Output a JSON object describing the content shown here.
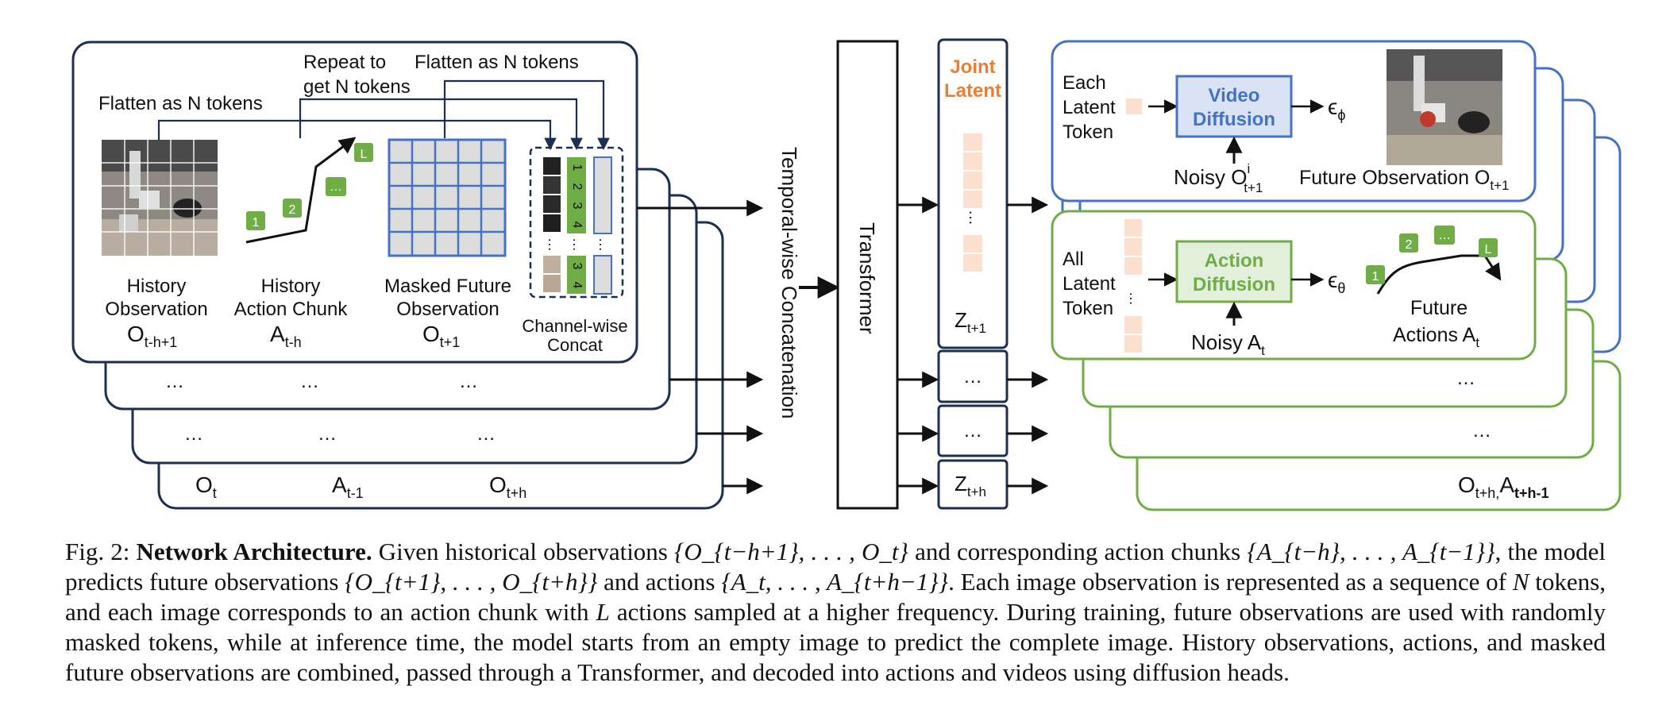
{
  "colors": {
    "navy": "#1b2f52",
    "blue": "#4472c4",
    "green": "#70ad47",
    "orange": "#ed7d31",
    "peach": "#fbe0d0",
    "lightgreen": "#e2efda",
    "lightblue": "#dae3f3"
  },
  "left_panel": {
    "flatten_label_1": "Flatten as N tokens",
    "repeat_label_line1": "Repeat to",
    "repeat_label_line2": "get N tokens",
    "flatten_label_2": "Flatten as N tokens",
    "history_obs_line1": "History",
    "history_obs_line2": "Observation",
    "history_obs_sym": "O",
    "history_obs_sub": "t-h+1",
    "history_act_line1": "History",
    "history_act_line2": "Action Chunk",
    "history_act_sym": "A",
    "history_act_sub": "t-h",
    "masked_line1": "Masked Future",
    "masked_line2": "Observation",
    "masked_sym": "O",
    "masked_sub": "t+1",
    "concat_line1": "Channel-wise",
    "concat_line2": "Concat",
    "chunk_badges": [
      "1",
      "2",
      "…",
      "L"
    ],
    "token_numbers_top": [
      "1",
      "2",
      "3",
      "4"
    ],
    "token_numbers_bottom": [
      "3",
      "4"
    ],
    "ellipsis": "…",
    "stack_row_2": [
      "…",
      "…",
      "…"
    ],
    "stack_row_3": [
      "…",
      "…",
      "…"
    ],
    "last_row": {
      "o": "O",
      "o_sub": "t",
      "a": "A",
      "a_sub": "t-1",
      "f": "O",
      "f_sub": "t+h"
    }
  },
  "temporal_label": "Temporal-wise Concatenation",
  "transformer_label": "Transformer",
  "joint_latent": {
    "line1": "Joint",
    "line2": "Latent",
    "z1_sym": "Z",
    "z1_sub": "t+1",
    "z_last_sym": "Z",
    "z_last_sub": "t+h",
    "dots": "…"
  },
  "video_panel": {
    "each_line1": "Each",
    "each_line2": "Latent",
    "each_line3": "Token",
    "box_line1": "Video",
    "box_line2": "Diffusion",
    "eps": "ϵ",
    "eps_sub": "ϕ",
    "noisy": "Noisy O",
    "noisy_sup": "i",
    "noisy_sub": "t+1",
    "future_obs": "Future Observation O",
    "future_obs_sub": "t+1"
  },
  "action_panel": {
    "all_line1": "All",
    "all_line2": "Latent",
    "all_line3": "Token",
    "box_line1": "Action",
    "box_line2": "Diffusion",
    "eps": "ϵ",
    "eps_sub": "θ",
    "noisy": "Noisy A",
    "noisy_sub": "t",
    "future_line1": "Future",
    "future_line2": "Actions A",
    "future_sub": "t",
    "badges": [
      "1",
      "2",
      "…",
      "L"
    ]
  },
  "right_stack": {
    "row_2": "…",
    "row_3": "…",
    "last_o": "O",
    "last_o_sub": "t+h,",
    "last_a": "A",
    "last_a_sub": "t+h-1"
  },
  "caption": {
    "fig": "Fig. 2: ",
    "title": "Network Architecture.",
    "p1": " Given historical observations ",
    "m1": "{O_{t−h+1}, . . . , O_t}",
    "p2": " and corresponding action chunks ",
    "m2": "{A_{t−h}, . . . , A_{t−1}}",
    "p3": ", the model predicts future observations ",
    "m3": "{O_{t+1}, . . . , O_{t+h}}",
    "p4": " and actions ",
    "m4": "{A_t, . . . , A_{t+h−1}}",
    "p5": ". Each image observation is represented as a sequence of ",
    "m5": "N",
    "p6": " tokens, and each image corresponds to an action chunk with ",
    "m6": "L",
    "p7": " actions sampled at a higher frequency. During training, future observations are used with randomly masked tokens, while at inference time, the model starts from an empty image to predict the complete image. History observations, actions, and masked future observations are combined, passed through a Transformer, and decoded into actions and videos using diffusion heads."
  }
}
